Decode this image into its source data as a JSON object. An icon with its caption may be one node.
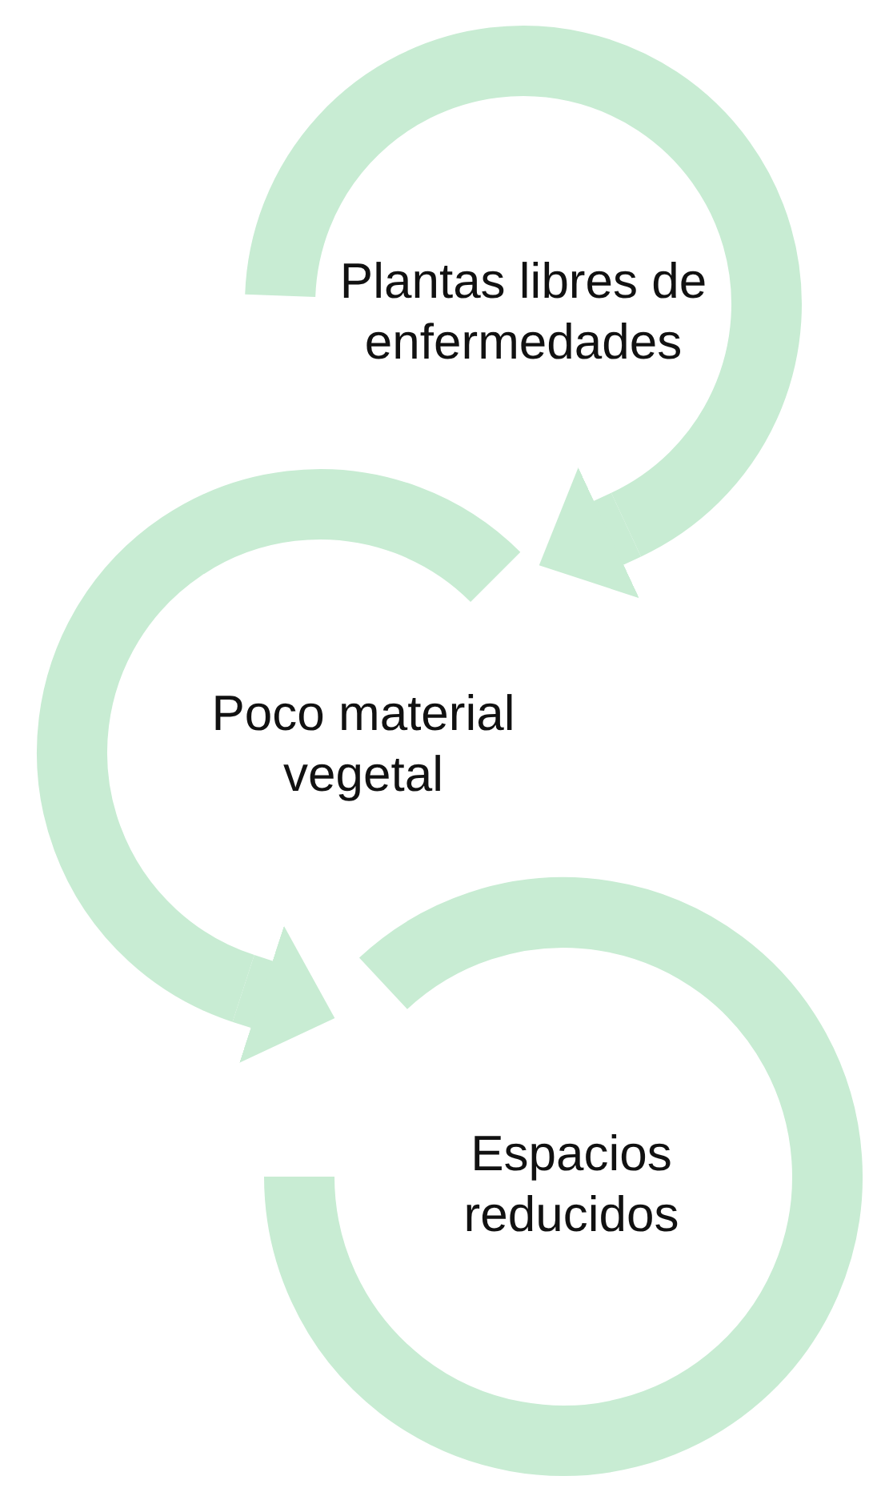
{
  "diagram": {
    "nodes": [
      {
        "text": [
          "Plantas libres de enfermedades"
        ]
      },
      {
        "text": [
          "Poco material vegetal"
        ]
      },
      {
        "text": [
          "Espacios reducidos"
        ]
      }
    ],
    "edges": [
      {
        "from": 0,
        "to": 1,
        "arrow": "to"
      },
      {
        "from": 1,
        "to": 2,
        "arrow": "to"
      }
    ]
  }
}
